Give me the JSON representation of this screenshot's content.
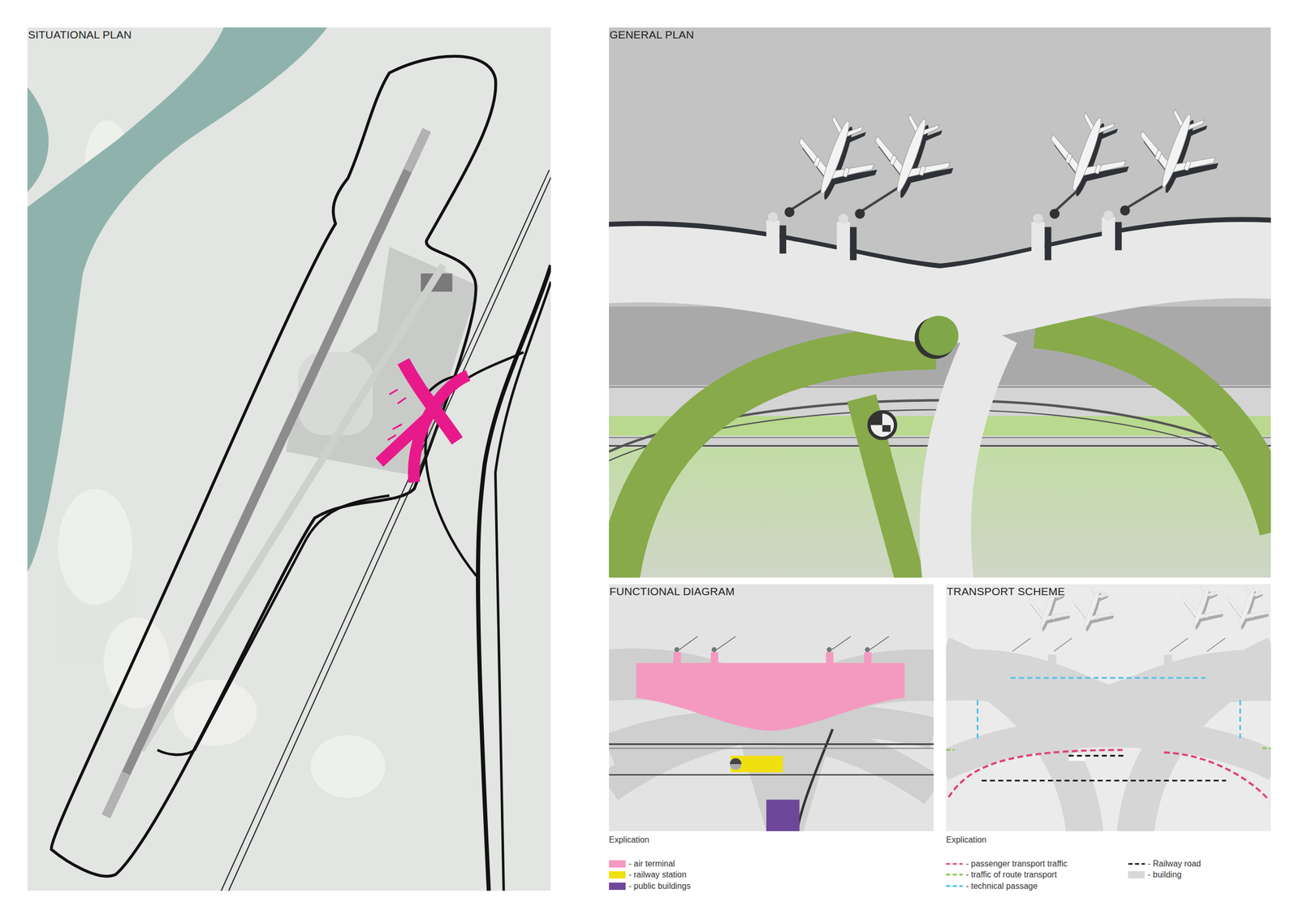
{
  "diagram": {
    "nodes": [
      {
        "text": [
          "SITUATIONAL PLAN"
        ]
      },
      {
        "text": [
          "GENERAL PLAN"
        ]
      },
      {
        "text": [
          "FUNCTIONAL DIAGRAM"
        ]
      },
      {
        "text": [
          "TRANSPORT SCHEME"
        ]
      }
    ],
    "labels": [
      "Explication",
      "Explication"
    ],
    "legend": [
      {
        "text": "- air terminal",
        "color": "#f49ac1"
      },
      {
        "text": "- railway station",
        "color": "#f0e010"
      },
      {
        "text": "- public buildings",
        "color": "#6e479a"
      },
      {
        "text": "- passenger transport traffic"
      },
      {
        "text": "- traffic of route transport"
      },
      {
        "text": "- technical passage"
      },
      {
        "text": "- Railway road"
      },
      {
        "text": "- building",
        "color": "#d9d9d9"
      }
    ]
  }
}
